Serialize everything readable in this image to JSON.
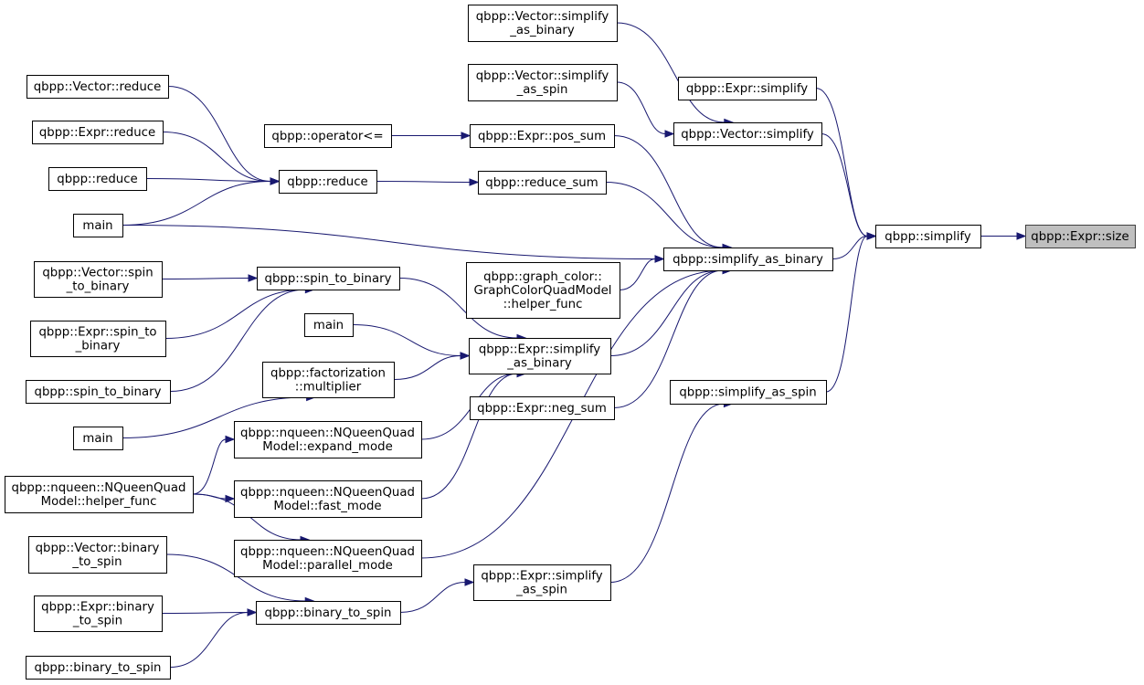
{
  "graph": {
    "direction": "right-to-left",
    "root": "qbpp::Expr::size",
    "colors": {
      "edge": "#191970",
      "node_border": "#000000",
      "root_fill": "#bfbfbf"
    },
    "nodes": {
      "expr_size": [
        "qbpp::Expr::size"
      ],
      "simplify": [
        "qbpp::simplify"
      ],
      "expr_simplify": [
        "qbpp::Expr::simplify"
      ],
      "vector_simplify": [
        "qbpp::Vector::simplify"
      ],
      "vector_simplify_as_binary": [
        "qbpp::Vector::simplify",
        "_as_binary"
      ],
      "vector_simplify_as_spin": [
        "qbpp::Vector::simplify",
        "_as_spin"
      ],
      "simplify_as_binary": [
        "qbpp::simplify_as_binary"
      ],
      "simplify_as_spin": [
        "qbpp::simplify_as_spin"
      ],
      "expr_pos_sum": [
        "qbpp::Expr::pos_sum"
      ],
      "operator_le": [
        "qbpp::operator<="
      ],
      "reduce_sum": [
        "qbpp::reduce_sum"
      ],
      "reduce": [
        "qbpp::reduce"
      ],
      "vector_reduce": [
        "qbpp::Vector::reduce"
      ],
      "expr_reduce": [
        "qbpp::Expr::reduce"
      ],
      "reduce_free": [
        "qbpp::reduce"
      ],
      "main_1": [
        "main"
      ],
      "graph_color_helper": [
        "qbpp::graph_color::",
        "GraphColorQuadModel",
        "::helper_func"
      ],
      "expr_simplify_as_binary": [
        "qbpp::Expr::simplify",
        "_as_binary"
      ],
      "expr_neg_sum": [
        "qbpp::Expr::neg_sum"
      ],
      "spin_to_binary": [
        "qbpp::spin_to_binary"
      ],
      "vector_spin_to_binary": [
        "qbpp::Vector::spin",
        "_to_binary"
      ],
      "expr_spin_to_binary": [
        "qbpp::Expr::spin_to",
        "_binary"
      ],
      "spin_to_binary_free": [
        "qbpp::spin_to_binary"
      ],
      "main_2": [
        "main"
      ],
      "factorization_multiplier": [
        "qbpp::factorization",
        "::multiplier"
      ],
      "main_3": [
        "main"
      ],
      "nqueen_expand_mode": [
        "qbpp::nqueen::NQueenQuad",
        "Model::expand_mode"
      ],
      "nqueen_fast_mode": [
        "qbpp::nqueen::NQueenQuad",
        "Model::fast_mode"
      ],
      "nqueen_parallel_mode": [
        "qbpp::nqueen::NQueenQuad",
        "Model::parallel_mode"
      ],
      "nqueen_helper_func": [
        "qbpp::nqueen::NQueenQuad",
        "Model::helper_func"
      ],
      "expr_simplify_as_spin": [
        "qbpp::Expr::simplify",
        "_as_spin"
      ],
      "binary_to_spin": [
        "qbpp::binary_to_spin"
      ],
      "vector_binary_to_spin": [
        "qbpp::Vector::binary",
        "_to_spin"
      ],
      "expr_binary_to_spin": [
        "qbpp::Expr::binary",
        "_to_spin"
      ],
      "binary_to_spin_free": [
        "qbpp::binary_to_spin"
      ]
    },
    "edges": [
      [
        "simplify",
        "expr_size"
      ],
      [
        "expr_simplify",
        "simplify"
      ],
      [
        "vector_simplify",
        "simplify"
      ],
      [
        "simplify_as_binary",
        "simplify"
      ],
      [
        "simplify_as_spin",
        "simplify"
      ],
      [
        "vector_simplify_as_binary",
        "vector_simplify"
      ],
      [
        "vector_simplify_as_spin",
        "vector_simplify"
      ],
      [
        "expr_pos_sum",
        "simplify_as_binary"
      ],
      [
        "reduce_sum",
        "simplify_as_binary"
      ],
      [
        "main_1",
        "simplify_as_binary"
      ],
      [
        "graph_color_helper",
        "simplify_as_binary"
      ],
      [
        "expr_simplify_as_binary",
        "simplify_as_binary"
      ],
      [
        "expr_neg_sum",
        "simplify_as_binary"
      ],
      [
        "nqueen_parallel_mode",
        "simplify_as_binary"
      ],
      [
        "operator_le",
        "expr_pos_sum"
      ],
      [
        "reduce",
        "reduce_sum"
      ],
      [
        "vector_reduce",
        "reduce"
      ],
      [
        "expr_reduce",
        "reduce"
      ],
      [
        "reduce_free",
        "reduce"
      ],
      [
        "main_1",
        "reduce"
      ],
      [
        "spin_to_binary",
        "expr_simplify_as_binary"
      ],
      [
        "main_2",
        "expr_simplify_as_binary"
      ],
      [
        "factorization_multiplier",
        "expr_simplify_as_binary"
      ],
      [
        "nqueen_expand_mode",
        "expr_simplify_as_binary"
      ],
      [
        "nqueen_fast_mode",
        "expr_simplify_as_binary"
      ],
      [
        "vector_spin_to_binary",
        "spin_to_binary"
      ],
      [
        "expr_spin_to_binary",
        "spin_to_binary"
      ],
      [
        "spin_to_binary_free",
        "spin_to_binary"
      ],
      [
        "main_3",
        "factorization_multiplier"
      ],
      [
        "nqueen_helper_func",
        "nqueen_expand_mode"
      ],
      [
        "nqueen_helper_func",
        "nqueen_fast_mode"
      ],
      [
        "nqueen_helper_func",
        "nqueen_parallel_mode"
      ],
      [
        "expr_simplify_as_spin",
        "simplify_as_spin"
      ],
      [
        "binary_to_spin",
        "expr_simplify_as_spin"
      ],
      [
        "vector_binary_to_spin",
        "binary_to_spin"
      ],
      [
        "expr_binary_to_spin",
        "binary_to_spin"
      ],
      [
        "binary_to_spin_free",
        "binary_to_spin"
      ]
    ]
  }
}
